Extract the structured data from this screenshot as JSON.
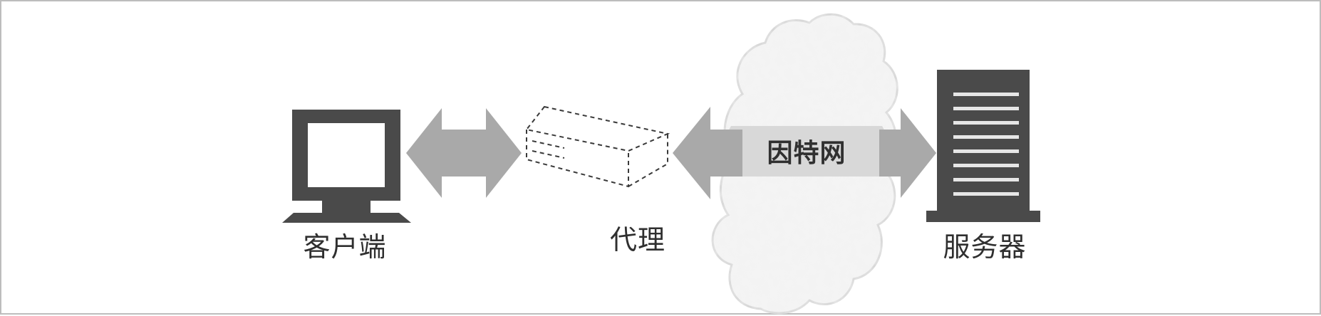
{
  "diagram": {
    "nodes": [
      {
        "id": "client",
        "label": "客户端"
      },
      {
        "id": "proxy",
        "label": "代理"
      },
      {
        "id": "internet",
        "label": "因特网"
      },
      {
        "id": "server",
        "label": "服务器"
      }
    ],
    "connections": [
      {
        "from": "client",
        "to": "proxy",
        "direction": "bidirectional"
      },
      {
        "from": "proxy",
        "to": "internet",
        "direction": "bidirectional"
      },
      {
        "from": "internet",
        "to": "server",
        "direction": "bidirectional"
      }
    ],
    "colors": {
      "arrow": "#a9a9a9",
      "device": "#4a4a4a",
      "cloud_fill": "#f3f3f3",
      "cloud_outline": "#d6d6d6"
    }
  }
}
